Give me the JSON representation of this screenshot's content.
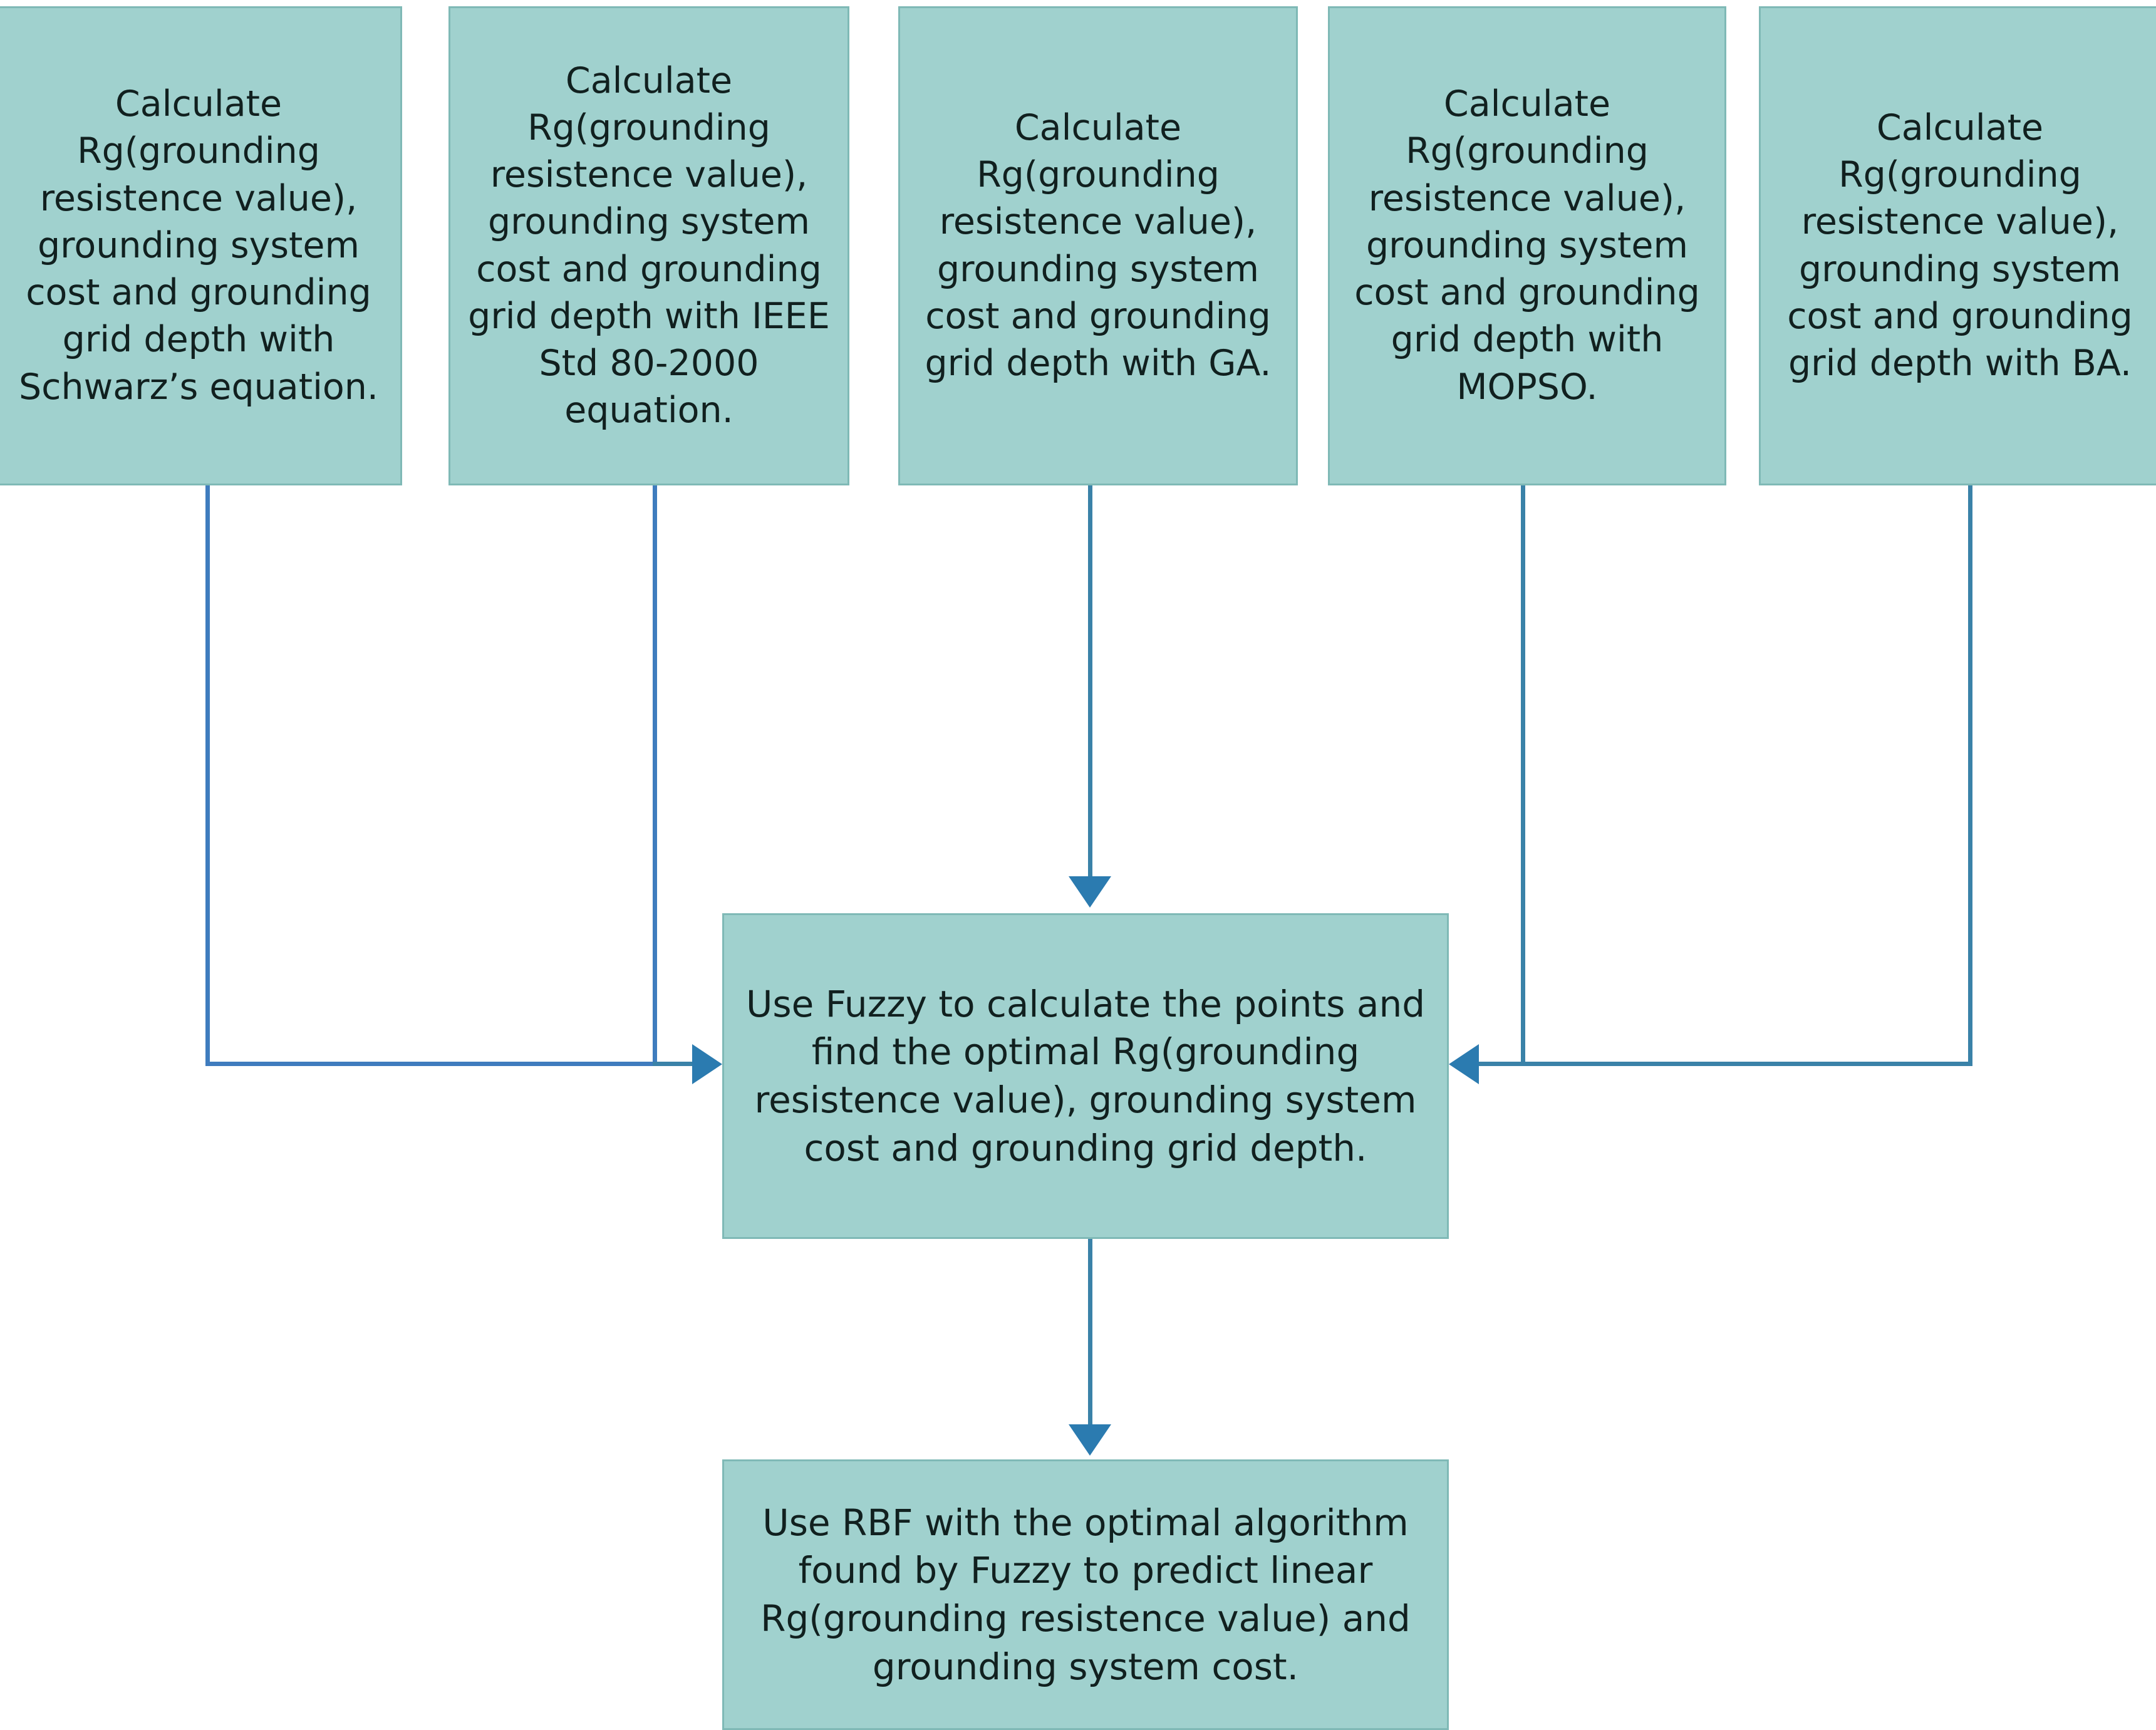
{
  "diagram": {
    "title": "Grounding system optimization flowchart",
    "colors": {
      "node_fill": "#a0d1ce",
      "node_border": "#7fb9b6",
      "connector_blue": "#3f7cbe",
      "connector_teal": "#3a82a8",
      "arrow_head": "#2b7bb0",
      "text": "#11201f",
      "background": "#ffffff"
    },
    "top_nodes": [
      {
        "id": "schwarz",
        "label": "Calculate\nRg(grounding\nresistence value),\ngrounding system\ncost and grounding\ngrid depth with\nSchwarz’s equation."
      },
      {
        "id": "ieee",
        "label": "Calculate\nRg(grounding\nresistence value),\ngrounding system\ncost and grounding\ngrid depth with IEEE\nStd 80-2000\nequation."
      },
      {
        "id": "ga",
        "label": "Calculate\nRg(grounding\nresistence value),\ngrounding system\ncost and grounding\ngrid depth with GA."
      },
      {
        "id": "mopso",
        "label": "Calculate\nRg(grounding\nresistence value),\ngrounding system\ncost and grounding\ngrid depth with\nMOPSO."
      },
      {
        "id": "ba",
        "label": "Calculate\nRg(grounding\nresistence value),\ngrounding system\ncost and grounding\ngrid depth with BA."
      }
    ],
    "fuzzy_node": {
      "id": "fuzzy",
      "label": "Use Fuzzy to calculate the points and\nfind the optimal Rg(grounding\nresistence value), grounding system\ncost and grounding grid depth."
    },
    "rbf_node": {
      "id": "rbf",
      "label": "Use RBF with the optimal algorithm\nfound by Fuzzy to predict linear\nRg(grounding resistence value) and\ngrounding system cost."
    },
    "edges": [
      {
        "from": "schwarz",
        "to": "fuzzy",
        "style": "elbow-right"
      },
      {
        "from": "ieee",
        "to": "fuzzy",
        "style": "elbow-right"
      },
      {
        "from": "ga",
        "to": "fuzzy",
        "style": "straight-down"
      },
      {
        "from": "mopso",
        "to": "fuzzy",
        "style": "elbow-left"
      },
      {
        "from": "ba",
        "to": "fuzzy",
        "style": "elbow-left"
      },
      {
        "from": "fuzzy",
        "to": "rbf",
        "style": "straight-down"
      }
    ]
  }
}
